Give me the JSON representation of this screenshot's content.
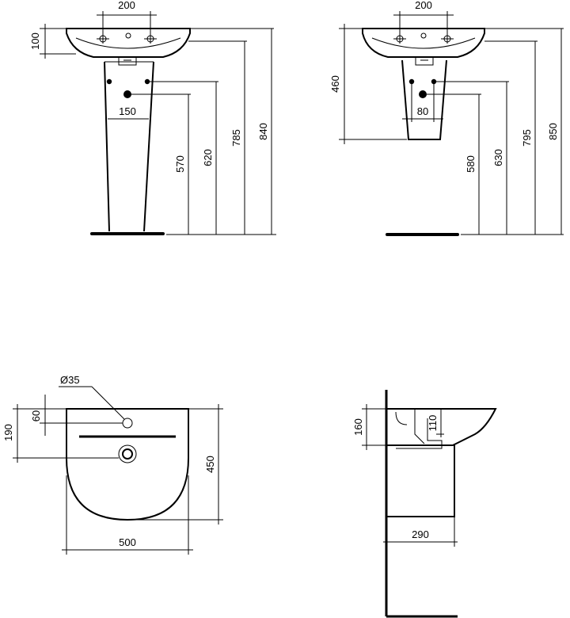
{
  "views": {
    "pedestal_front": {
      "dims": {
        "tap_spacing": "200",
        "basin_depth": "100",
        "waste_spacing": "150",
        "h570": "570",
        "h620": "620",
        "h785": "785",
        "h840": "840"
      }
    },
    "semi_pedestal_front": {
      "dims": {
        "tap_spacing": "200",
        "h460": "460",
        "waste_spacing": "80",
        "h580": "580",
        "h630": "630",
        "h795": "795",
        "h850": "850"
      }
    },
    "plan": {
      "dims": {
        "hole_diameter": "Ø35",
        "d190": "190",
        "d60": "60",
        "width": "500",
        "depth": "450"
      }
    },
    "side": {
      "dims": {
        "d160": "160",
        "d110": "110",
        "d290": "290"
      }
    }
  }
}
